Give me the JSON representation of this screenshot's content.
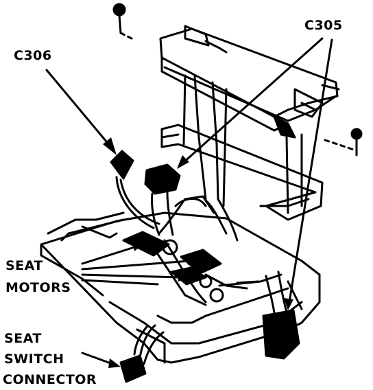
{
  "labels": {
    "c306": "C306",
    "c305": "C305",
    "seat_motors_line1": "SEAT",
    "seat_motors_line2": "MOTORS",
    "seat_switch_line1": "SEAT",
    "seat_switch_line2": "SWITCH",
    "seat_switch_line3": "CONNECTOR"
  },
  "colors": {
    "ink": "#000000",
    "paper": "#ffffff"
  }
}
